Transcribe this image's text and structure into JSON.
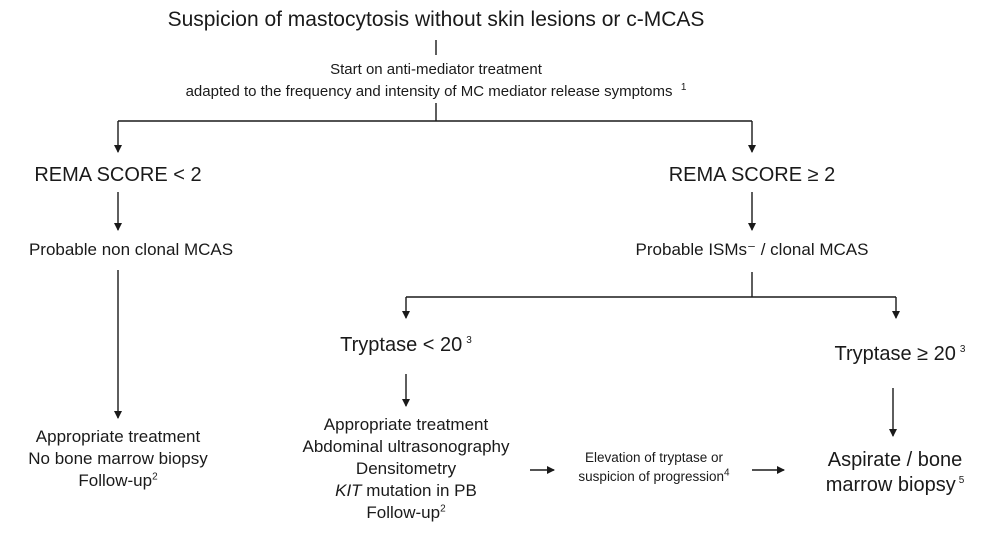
{
  "title": "Suspicion of mastocytosis without skin lesions or c-MCAS",
  "treatment": {
    "line1": "Start on anti-mediator treatment",
    "line2": "adapted to the frequency and intensity of MC mediator release symptoms",
    "footnote": "1"
  },
  "left": {
    "score": "REMA SCORE < 2",
    "probable": "Probable non clonal MCAS",
    "outcome": {
      "line1": "Appropriate treatment",
      "line2": "No bone marrow biopsy",
      "line3": "Follow-up",
      "line3_note": "2"
    }
  },
  "right": {
    "score": "REMA SCORE ≥ 2",
    "probable": "Probable ISMs⁻ / clonal MCAS",
    "tryptase_low": {
      "label": "Tryptase < 20",
      "note": "3"
    },
    "tryptase_high": {
      "label": "Tryptase ≥ 20",
      "note": "3"
    },
    "low_outcome": {
      "line1": "Appropriate treatment",
      "line2": "Abdominal ultrasonography",
      "line3": "Densitometry",
      "line4_italic": "KIT",
      "line4_rest": " mutation in PB",
      "line5": "Follow-up",
      "line5_note": "2"
    },
    "progression": {
      "line1": "Elevation of tryptase or",
      "line2": "suspicion of progression",
      "note": "4"
    },
    "biopsy": {
      "line1": "Aspirate / bone",
      "line2": "marrow biopsy",
      "note": "5"
    }
  }
}
